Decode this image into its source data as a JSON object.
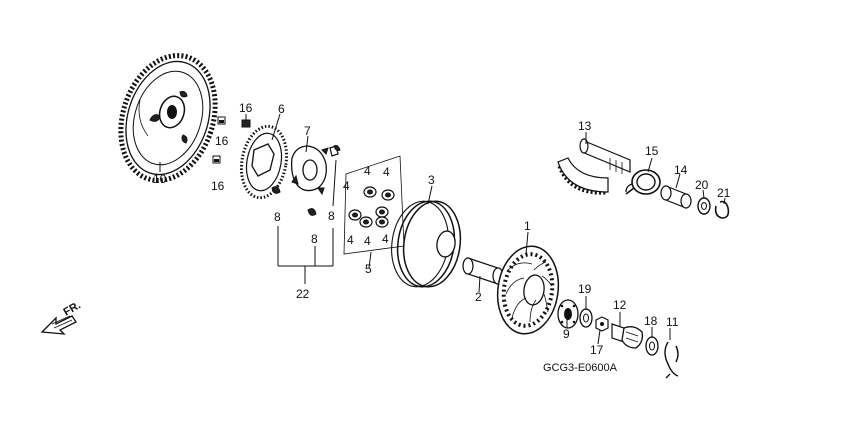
{
  "diagram": {
    "code": "GCG3-E0600A",
    "front_label": "FR.",
    "labels": {
      "p1": "1",
      "p2": "2",
      "p3": "3",
      "p4a": "4",
      "p4b": "4",
      "p4c": "4",
      "p4d": "4",
      "p4e": "4",
      "p4f": "4",
      "p5": "5",
      "p6": "6",
      "p7": "7",
      "p8a": "8",
      "p8b": "8",
      "p8c": "8",
      "p9": "9",
      "p10": "10",
      "p11": "11",
      "p12": "12",
      "p13": "13",
      "p14": "14",
      "p15": "15",
      "p16a": "16",
      "p16b": "16",
      "p16c": "16",
      "p17": "17",
      "p18": "18",
      "p19": "19",
      "p20": "20",
      "p21": "21",
      "p22": "22"
    }
  }
}
